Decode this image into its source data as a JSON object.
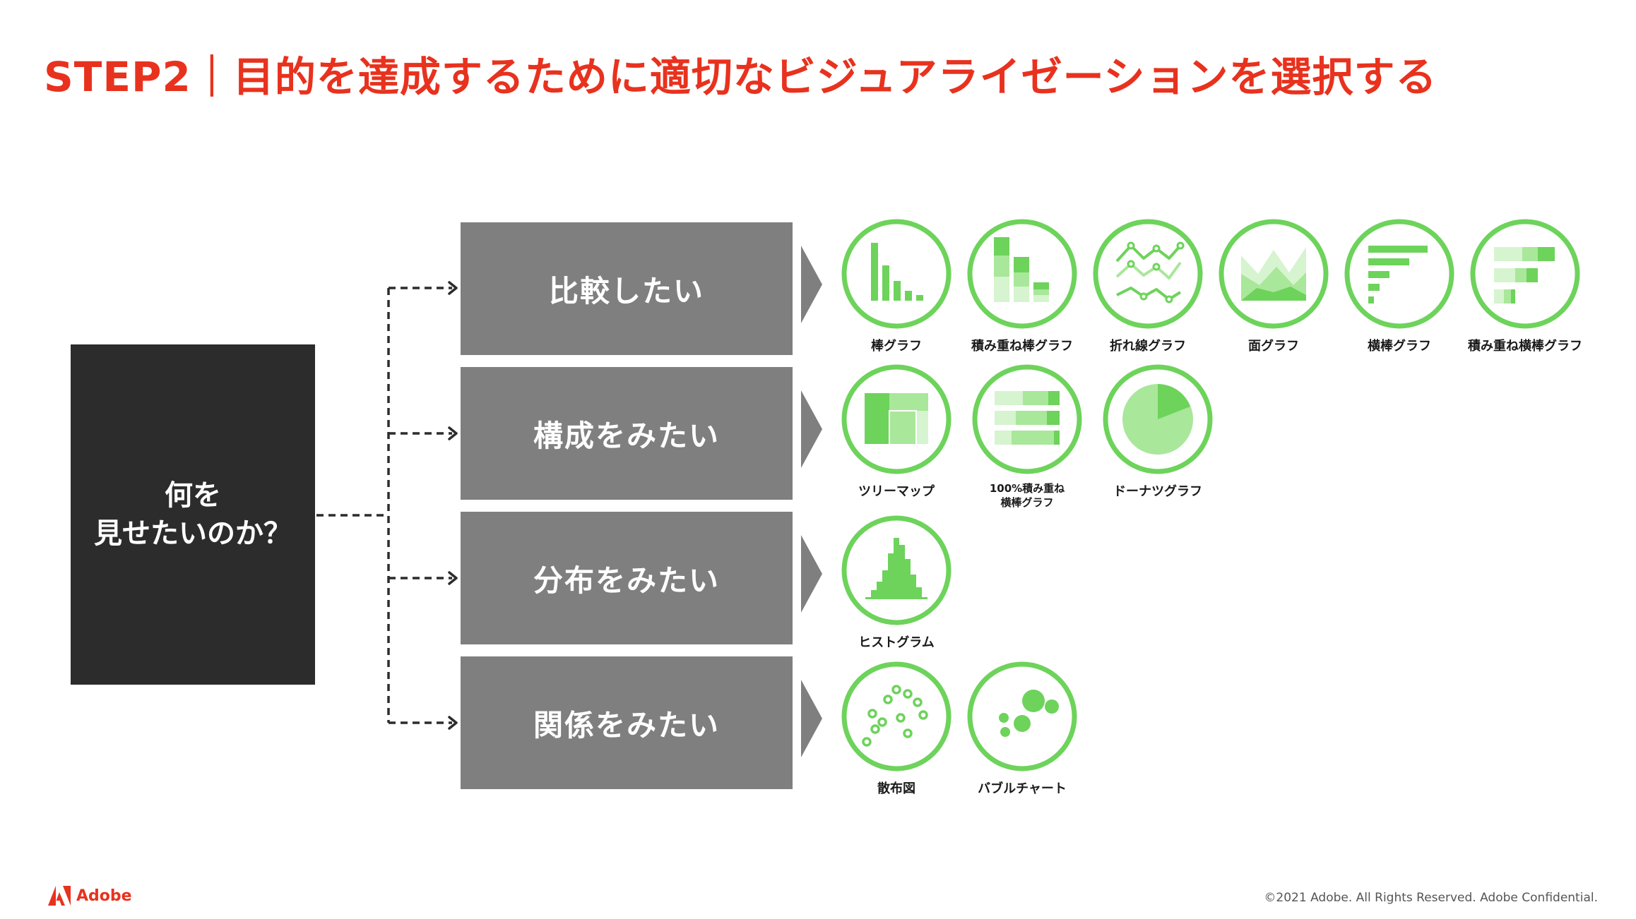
{
  "title": "STEP2｜目的を達成するために適切なビジュアライゼーションを選択する",
  "question": {
    "line1": "何を",
    "line2": "見せたいのか？"
  },
  "categories": [
    {
      "label": "比較したい"
    },
    {
      "label": "構成をみたい"
    },
    {
      "label": "分布をみたい"
    },
    {
      "label": "関係をみたい"
    }
  ],
  "charts": {
    "comparison": [
      {
        "label": "棒グラフ",
        "icon": "bar-chart-icon"
      },
      {
        "label": "積み重ね棒グラフ",
        "icon": "stacked-bar-chart-icon"
      },
      {
        "label": "折れ線グラフ",
        "icon": "line-chart-icon"
      },
      {
        "label": "面グラフ",
        "icon": "area-chart-icon"
      },
      {
        "label": "横棒グラフ",
        "icon": "horizontal-bar-chart-icon"
      },
      {
        "label": "積み重ね横棒グラフ",
        "icon": "stacked-horizontal-bar-chart-icon"
      }
    ],
    "composition": [
      {
        "label": "ツリーマップ",
        "icon": "treemap-icon"
      },
      {
        "label_line1": "100%積み重ね",
        "label_line2": "横棒グラフ",
        "icon": "percent-stacked-horizontal-bar-icon"
      },
      {
        "label": "ドーナツグラフ",
        "icon": "donut-chart-icon"
      }
    ],
    "distribution": [
      {
        "label": "ヒストグラム",
        "icon": "histogram-icon"
      }
    ],
    "relationship": [
      {
        "label": "散布図",
        "icon": "scatter-plot-icon"
      },
      {
        "label": "バブルチャート",
        "icon": "bubble-chart-icon"
      }
    ]
  },
  "footer": {
    "brand": "Adobe",
    "copyright": "©2021 Adobe. All Rights Reserved. Adobe Confidential."
  },
  "colors": {
    "accent": "#e8321e",
    "green": "#6dd35b",
    "green_light": "#a9e79a",
    "green_pale": "#d6f4cf",
    "category_gray": "#7f7f7f",
    "question_dark": "#2c2c2c"
  }
}
